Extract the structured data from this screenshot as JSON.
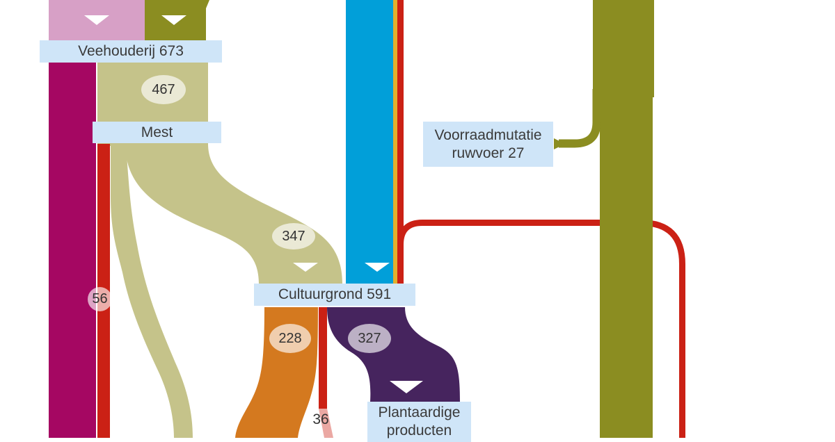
{
  "figure": {
    "kind": "sankey flow diagram (Dutch agriculture nutrient/feed flows)",
    "language": "nl"
  },
  "colors": {
    "pink": "#d7a0c6",
    "olive": "#8b8d21",
    "magenta": "#a50762",
    "red": "#cb2115",
    "light_red": "#eba8a3",
    "khaki": "#c5c38a",
    "blue": "#019fd9",
    "yellow": "#e2b02c",
    "orange": "#d4791f",
    "purple": "#46245e",
    "label_bg": "#cfe5f8",
    "text": "#3a3a3a",
    "chevron": "#ffffff"
  },
  "labels": {
    "veehouderij": "Veehouderij 673",
    "mest": "Mest",
    "cultuurgrond": "Cultuurgrond 591",
    "plantaardige_line1": "Plantaardige",
    "plantaardige_line2": "producten",
    "voorraad_line1": "Voorraadmutatie",
    "voorraad_line2": "ruwvoer 27"
  },
  "badges": {
    "veehouderij_to_mest": "467",
    "mest_to_cultuurgrond": "347",
    "veehouderij_out_red": "56",
    "cultuurgrond_out_orange": "228",
    "cultuurgrond_out_red": "36",
    "cultuurgrond_to_plantaardige": "327"
  },
  "chart_data": {
    "type": "sankey",
    "title": "",
    "orientation": "top-down",
    "nodes": [
      {
        "name": "Veehouderij",
        "total": 673,
        "label": "Veehouderij 673"
      },
      {
        "name": "Mest",
        "total": null,
        "label": "Mest"
      },
      {
        "name": "Cultuurgrond",
        "total": 591,
        "label": "Cultuurgrond 591"
      },
      {
        "name": "Plantaardige producten",
        "total": null,
        "label": "Plantaardige producten"
      },
      {
        "name": "Voorraadmutatie ruwvoer",
        "total": 27,
        "label": "Voorraadmutatie ruwvoer 27"
      }
    ],
    "links": [
      {
        "from": "top edge (pink flow)",
        "to": "Veehouderij",
        "value": null,
        "color": "pink"
      },
      {
        "from": "top edge (olive flow)",
        "to": "Veehouderij",
        "value": null,
        "color": "olive"
      },
      {
        "from": "Veehouderij",
        "to": "Mest",
        "value": 467,
        "color": "khaki"
      },
      {
        "from": "Veehouderij",
        "to": "bottom edge (magenta flow)",
        "value": null,
        "color": "magenta"
      },
      {
        "from": "Veehouderij",
        "to": "bottom edge (thin red flow)",
        "value": 56,
        "color": "red"
      },
      {
        "from": "Mest",
        "to": "Cultuurgrond",
        "value": 347,
        "color": "khaki"
      },
      {
        "from": "Mest",
        "to": "bottom edge (thin khaki flow)",
        "value": null,
        "color": "khaki"
      },
      {
        "from": "top edge (blue flow)",
        "to": "Cultuurgrond",
        "value": null,
        "color": "blue"
      },
      {
        "from": "top edge (thin yellow stripe)",
        "to": "Cultuurgrond",
        "value": null,
        "color": "yellow"
      },
      {
        "from": "top edge (thin red stripe)",
        "to": "Cultuurgrond",
        "value": null,
        "color": "red"
      },
      {
        "from": "Cultuurgrond",
        "to": "bottom edge (orange flow)",
        "value": 228,
        "color": "orange"
      },
      {
        "from": "Cultuurgrond",
        "to": "bottom edge (thin red flow)",
        "value": 36,
        "color": "red"
      },
      {
        "from": "Cultuurgrond",
        "to": "Plantaardige producten",
        "value": 327,
        "color": "purple"
      },
      {
        "from": "Voorraadmutatie ruwvoer",
        "to": "olive column (right)",
        "value": 27,
        "color": "olive"
      },
      {
        "from": "olive column (right, vertical)",
        "through": "full height",
        "value": null,
        "color": "olive"
      },
      {
        "from": "red return pipe (branch of red stripe, loops right and down)",
        "value": null,
        "color": "red"
      }
    ]
  }
}
